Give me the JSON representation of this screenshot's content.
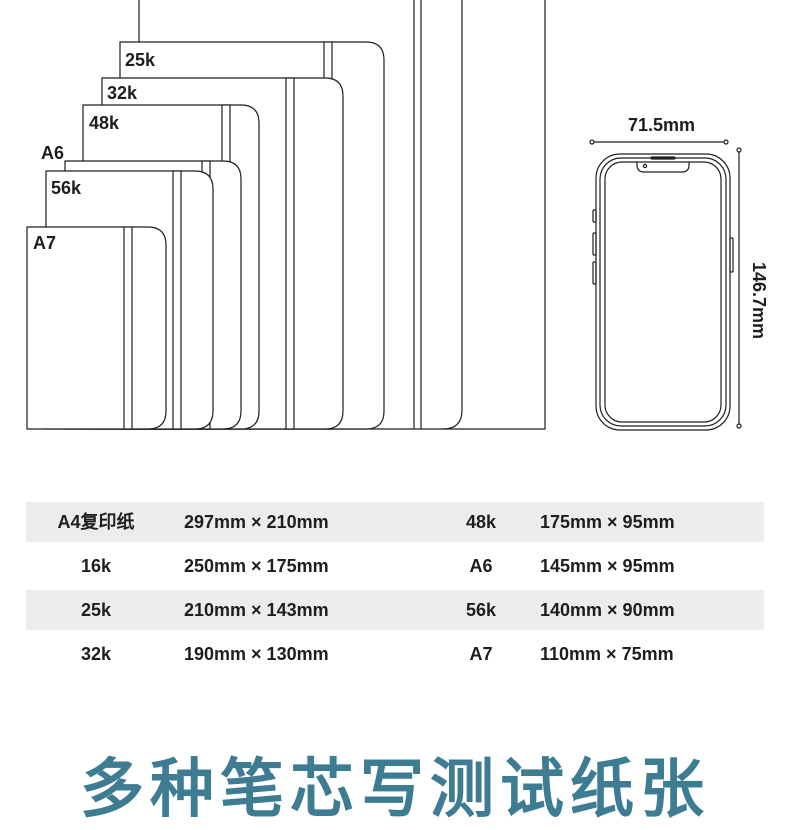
{
  "notebooks": {
    "labels": {
      "k25": "25k",
      "k32": "32k",
      "k48": "48k",
      "a6": "A6",
      "k56": "56k",
      "a7": "A7"
    }
  },
  "phone": {
    "width_label": "71.5mm",
    "height_label": "146.7mm"
  },
  "size_table": {
    "rows": [
      {
        "name_left": "A4复印纸",
        "size_left": "297mm × 210mm",
        "name_right": "48k",
        "size_right": "175mm × 95mm"
      },
      {
        "name_left": "16k",
        "size_left": "250mm × 175mm",
        "name_right": "A6",
        "size_right": "145mm × 95mm"
      },
      {
        "name_left": "25k",
        "size_left": "210mm × 143mm",
        "name_right": "56k",
        "size_right": "140mm × 90mm"
      },
      {
        "name_left": "32k",
        "size_left": "190mm × 130mm",
        "name_right": "A7",
        "size_right": "110mm × 75mm"
      }
    ]
  },
  "headline": "多种笔芯写测试纸张",
  "colors": {
    "line": "#1e1e1e",
    "row_shade": "#ececec",
    "headline": "#3d7c93"
  }
}
